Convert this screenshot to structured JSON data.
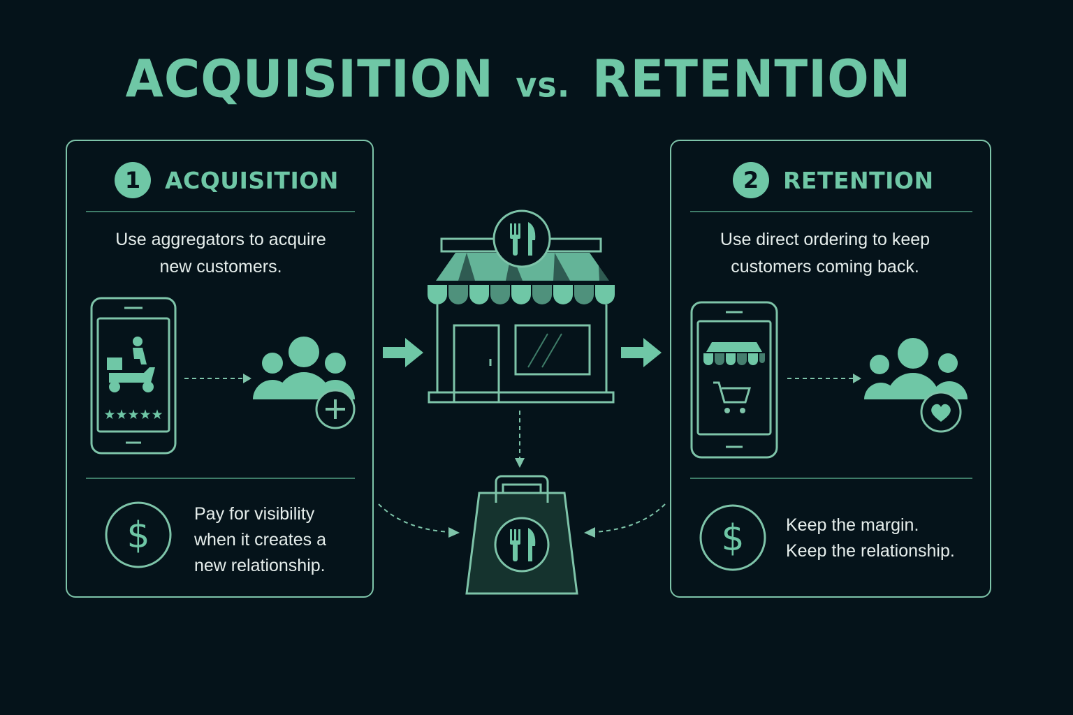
{
  "title": {
    "part1": "ACQUISITION",
    "vs": "vs.",
    "part2": "RETENTION"
  },
  "acquisition": {
    "number": "1",
    "label": "ACQUISITION",
    "description": "Use aggregators to acquire new customers.",
    "footer_lines": [
      "Pay for visibility",
      "when it creates a",
      "new relationship."
    ]
  },
  "retention": {
    "number": "2",
    "label": "RETENTION",
    "description": "Use direct ordering to keep customers coming back.",
    "footer_lines": [
      "Keep the margin.",
      "Keep the relationship."
    ]
  },
  "icons": {
    "aggregator_phone": "phone-delivery-scooter-rating-icon",
    "new_customers": "user-group-plus-icon",
    "restaurant": "storefront-fork-knife-icon",
    "order_bag": "shopping-bag-fork-knife-icon",
    "direct_phone": "phone-store-cart-icon",
    "loyal_customers": "user-group-heart-icon",
    "money": "dollar-circle-icon",
    "arrow": "arrow-right-icon"
  },
  "colors": {
    "background": "#05131a",
    "accent": "#6fc7a6",
    "outline": "#7ec4a9",
    "text": "#e6eeec"
  }
}
